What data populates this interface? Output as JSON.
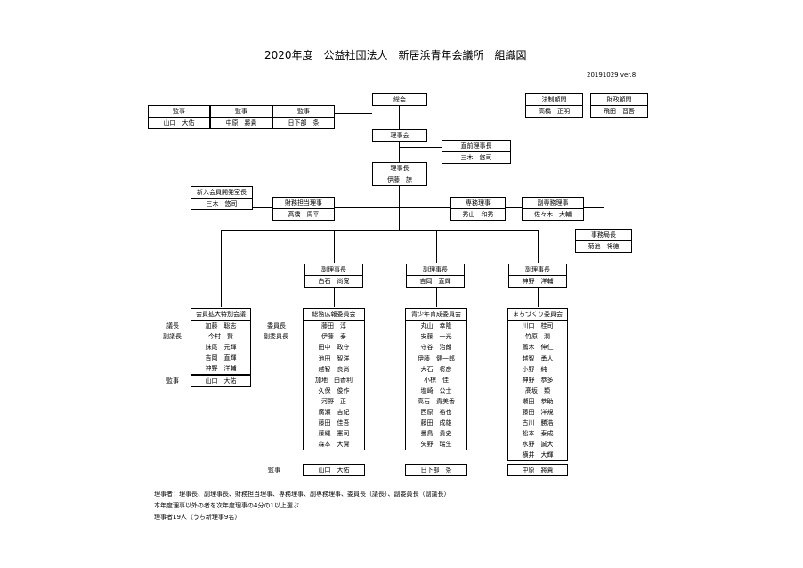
{
  "title": "2020年度　公益社団法人　新居浜青年会議所　組織図",
  "version": "20191029 ver.8",
  "auditors": [
    {
      "header": "監事",
      "name": "山口　大佑"
    },
    {
      "header": "監事",
      "name": "中原　將貴"
    },
    {
      "header": "監事",
      "name": "日下部　条"
    }
  ],
  "general_assembly": {
    "header": "総会"
  },
  "legal_advisor": {
    "header": "法制顧問",
    "name": "高橋　正明"
  },
  "finance_advisor": {
    "header": "財政顧問",
    "name": "飛田　晋吾"
  },
  "board": {
    "header": "理事会"
  },
  "past_president": {
    "header": "直前理事長",
    "name": "三木　悠司"
  },
  "president": {
    "header": "理事長",
    "name": "伊藤　諒"
  },
  "new_member_office": {
    "header": "新入会員開発室長",
    "name": "三木　悠司"
  },
  "finance_director": {
    "header": "財務担当理事",
    "name": "高橋　周平"
  },
  "executive_director": {
    "header": "専務理事",
    "name": "秀山　和秀"
  },
  "vice_executive_director": {
    "header": "副専務理事",
    "name": "佐々木　大輔"
  },
  "secretary_general": {
    "header": "事務局長",
    "name": "菊池　将徳"
  },
  "vice_presidents": [
    {
      "header": "副理事長",
      "name": "白石　尚寛"
    },
    {
      "header": "副理事長",
      "name": "吉岡　直輝"
    },
    {
      "header": "副理事長",
      "name": "神野　洋輔"
    }
  ],
  "committees": [
    {
      "header": "会員拡大特別会議",
      "members": [
        "加藤　聡志",
        "今村　賢",
        "妹尾　元輝",
        "吉岡　直輝",
        "神野　洋輔"
      ],
      "auditor": "山口　大佑"
    },
    {
      "header": "総務広報委員会",
      "members": [
        "藤田　淳",
        "伊藤　泰",
        "田中　政守",
        "池田　智洋",
        "越智　良尚",
        "加地　由香利",
        "久保　俊作",
        "河野　正",
        "廣瀬　吉紀",
        "藤田　佳吾",
        "藤縄　憲司",
        "森本　大賢"
      ],
      "auditor": "山口　大佑"
    },
    {
      "header": "青少年育成委員会",
      "members": [
        "丸山　幸隆",
        "安藤　一光",
        "守谷　治朗",
        "伊藤　健一郎",
        "大石　将彦",
        "小椋　佳",
        "塩崎　公士",
        "高石　貴美香",
        "西原　裕也",
        "藤田　成雄",
        "曼鳥　貴史",
        "矢野　瑞生"
      ],
      "auditor": "日下部　条"
    },
    {
      "header": "まちづくり委員会",
      "members": [
        "川口　桂司",
        "竹原　潤",
        "薦木　伸仁",
        "越智　勇人",
        "小野　純一",
        "神野　恭多",
        "髙坂　類",
        "瀬田　恭助",
        "藤田　洋規",
        "古川　勝浩",
        "松本　泰成",
        "水野　誠大",
        "横井　大輝"
      ],
      "auditor": "中原　將貴"
    }
  ],
  "row_labels": {
    "chair": "議長",
    "vice_chair": "副議長",
    "committee_chair": "委員長",
    "vice_committee_chair": "副委員長",
    "auditor": "監事"
  },
  "notes": [
    "理事者：理事長、副理事長、財務担当理事、専務理事、副専務理事、委員長（議長）、副委員長（副議長）",
    "本年度理事以外の者を次年度理事の4分の1以上選ぶ",
    "理事者19人（うち新理事9名）"
  ]
}
